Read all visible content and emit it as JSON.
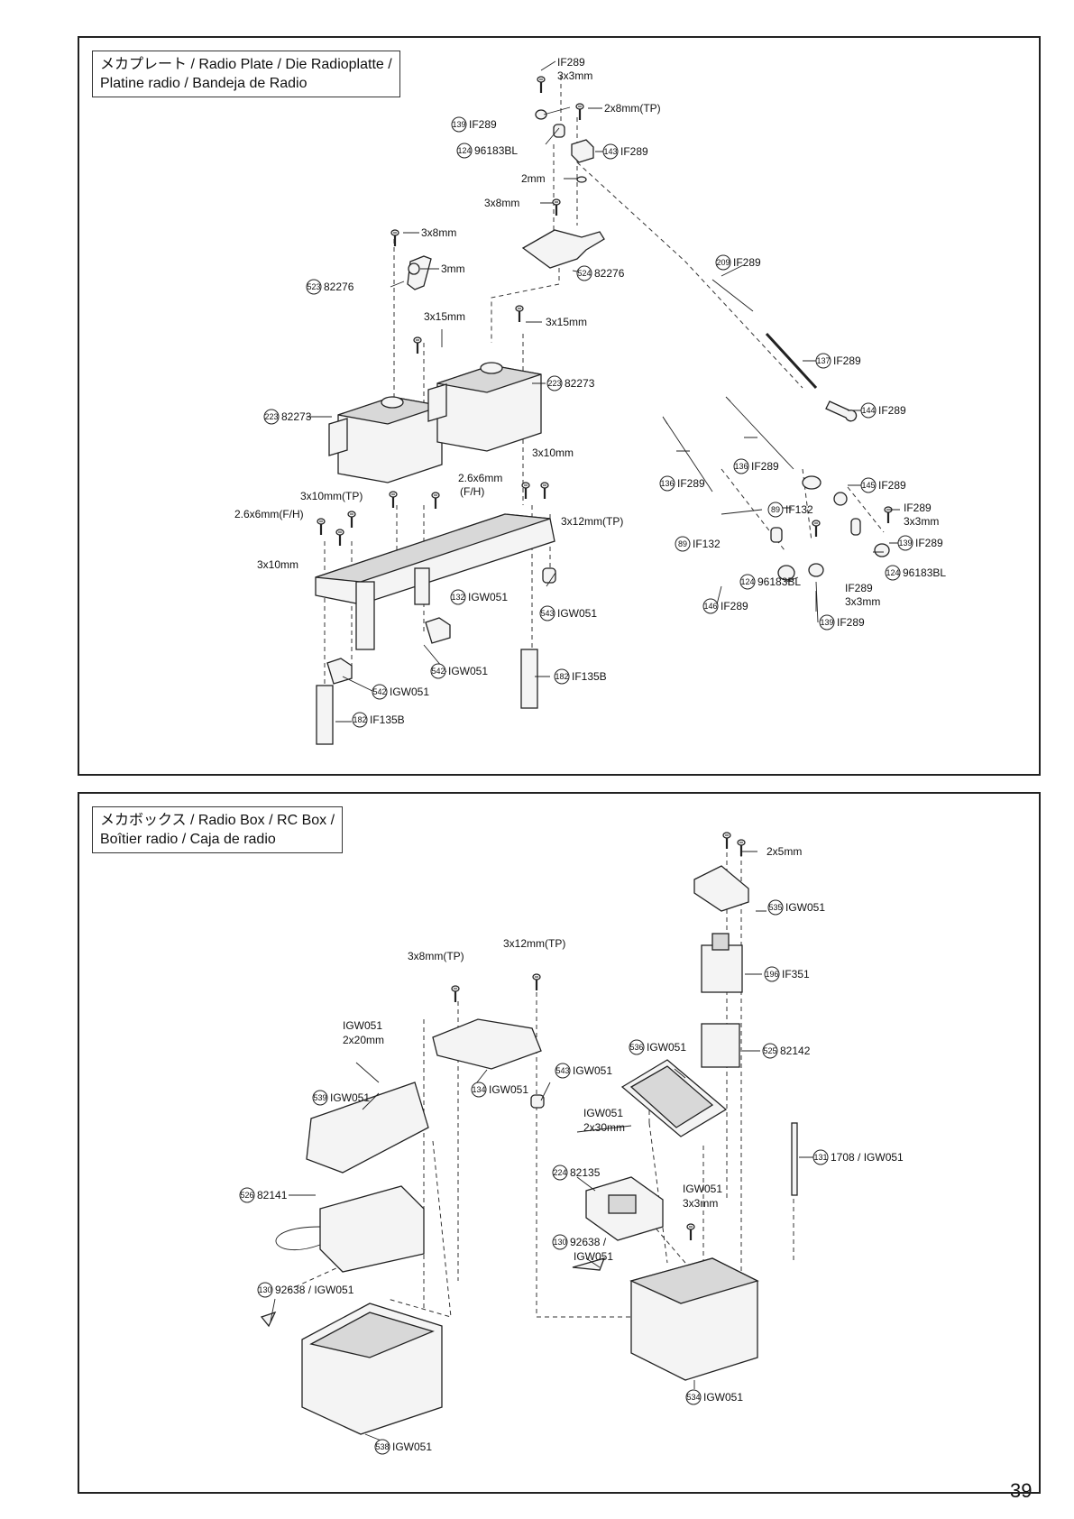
{
  "page_number": "39",
  "radio_plate": {
    "title_line1": "メカプレート / Radio Plate / Die Radioplatte /",
    "title_line2": "Platine radio / Bandeja de Radio",
    "callouts": [
      {
        "num": "139",
        "code": "IF289"
      },
      {
        "num": "124",
        "code": "96183BL"
      },
      {
        "num": "143",
        "code": "IF289"
      },
      {
        "num": "523",
        "code": "82276"
      },
      {
        "num": "524",
        "code": "82276"
      },
      {
        "num": "209",
        "code": "IF289"
      },
      {
        "num": "137",
        "code": "IF289"
      },
      {
        "num": "144",
        "code": "IF289"
      },
      {
        "num": "223",
        "code": "82273"
      },
      {
        "num": "223",
        "code": "82273"
      },
      {
        "num": "136",
        "code": "IF289"
      },
      {
        "num": "136",
        "code": "IF289"
      },
      {
        "num": "145",
        "code": "IF289"
      },
      {
        "num": "89",
        "code": "IF132"
      },
      {
        "num": "89",
        "code": "IF132"
      },
      {
        "num": "139",
        "code": "IF289"
      },
      {
        "num": "124",
        "code": "96183BL"
      },
      {
        "num": "124",
        "code": "96183BL"
      },
      {
        "num": "146",
        "code": "IF289"
      },
      {
        "num": "139",
        "code": "IF289"
      },
      {
        "num": "132",
        "code": "IGW051"
      },
      {
        "num": "543",
        "code": "IGW051"
      },
      {
        "num": "542",
        "code": "IGW051"
      },
      {
        "num": "542",
        "code": "IGW051"
      },
      {
        "num": "182",
        "code": "IF135B"
      },
      {
        "num": "182",
        "code": "IF135B"
      }
    ],
    "labels": {
      "if289": "IF289",
      "size_3x3": "3x3mm",
      "s2x8tp": "2x8mm(TP)",
      "s2mm": "2mm",
      "s3x8": "3x8mm",
      "s3x8b": "3x8mm",
      "s3mm": "3mm",
      "s3x15a": "3x15mm",
      "s3x15b": "3x15mm",
      "s3x10a": "3x10mm",
      "s26x6fh": "2.6x6mm",
      "fh": "(F/H)",
      "s3x10tp": "3x10mm(TP)",
      "s26x6fh2": "2.6x6mm(F/H)",
      "s3x12tp": "3x12mm(TP)",
      "s3x10b": "3x10mm",
      "if289b": "IF289",
      "size_3x3b": "3x3mm",
      "if289c": "IF289",
      "size_3x3c": "3x3mm"
    }
  },
  "radio_box": {
    "title_line1": "メカボックス / Radio Box / RC Box /",
    "title_line2": "Boîtier radio / Caja de radio",
    "callouts": [
      {
        "num": "535",
        "code": "IGW051"
      },
      {
        "num": "196",
        "code": "IF351"
      },
      {
        "num": "525",
        "code": "82142"
      },
      {
        "num": "536",
        "code": "IGW051"
      },
      {
        "num": "543",
        "code": "IGW051"
      },
      {
        "num": "134",
        "code": "IGW051"
      },
      {
        "num": "539",
        "code": "IGW051"
      },
      {
        "num": "131",
        "code": "1708 / IGW051"
      },
      {
        "num": "224",
        "code": "82135"
      },
      {
        "num": "526",
        "code": "82141"
      },
      {
        "num": "130",
        "code": "92638 /"
      },
      {
        "num": "130",
        "code": "92638 / IGW051"
      },
      {
        "num": "534",
        "code": "IGW051"
      },
      {
        "num": "538",
        "code": "IGW051"
      }
    ],
    "labels": {
      "s2x5": "2x5mm",
      "s3x12tp": "3x12mm(TP)",
      "s3x8tp": "3x8mm(TP)",
      "igw_a": "IGW051",
      "s2x20": "2x20mm",
      "igw_b": "IGW051",
      "s2x30": "2x30mm",
      "igw_c": "IGW051",
      "s3x3": "3x3mm",
      "igw_d": "IGW051"
    }
  }
}
